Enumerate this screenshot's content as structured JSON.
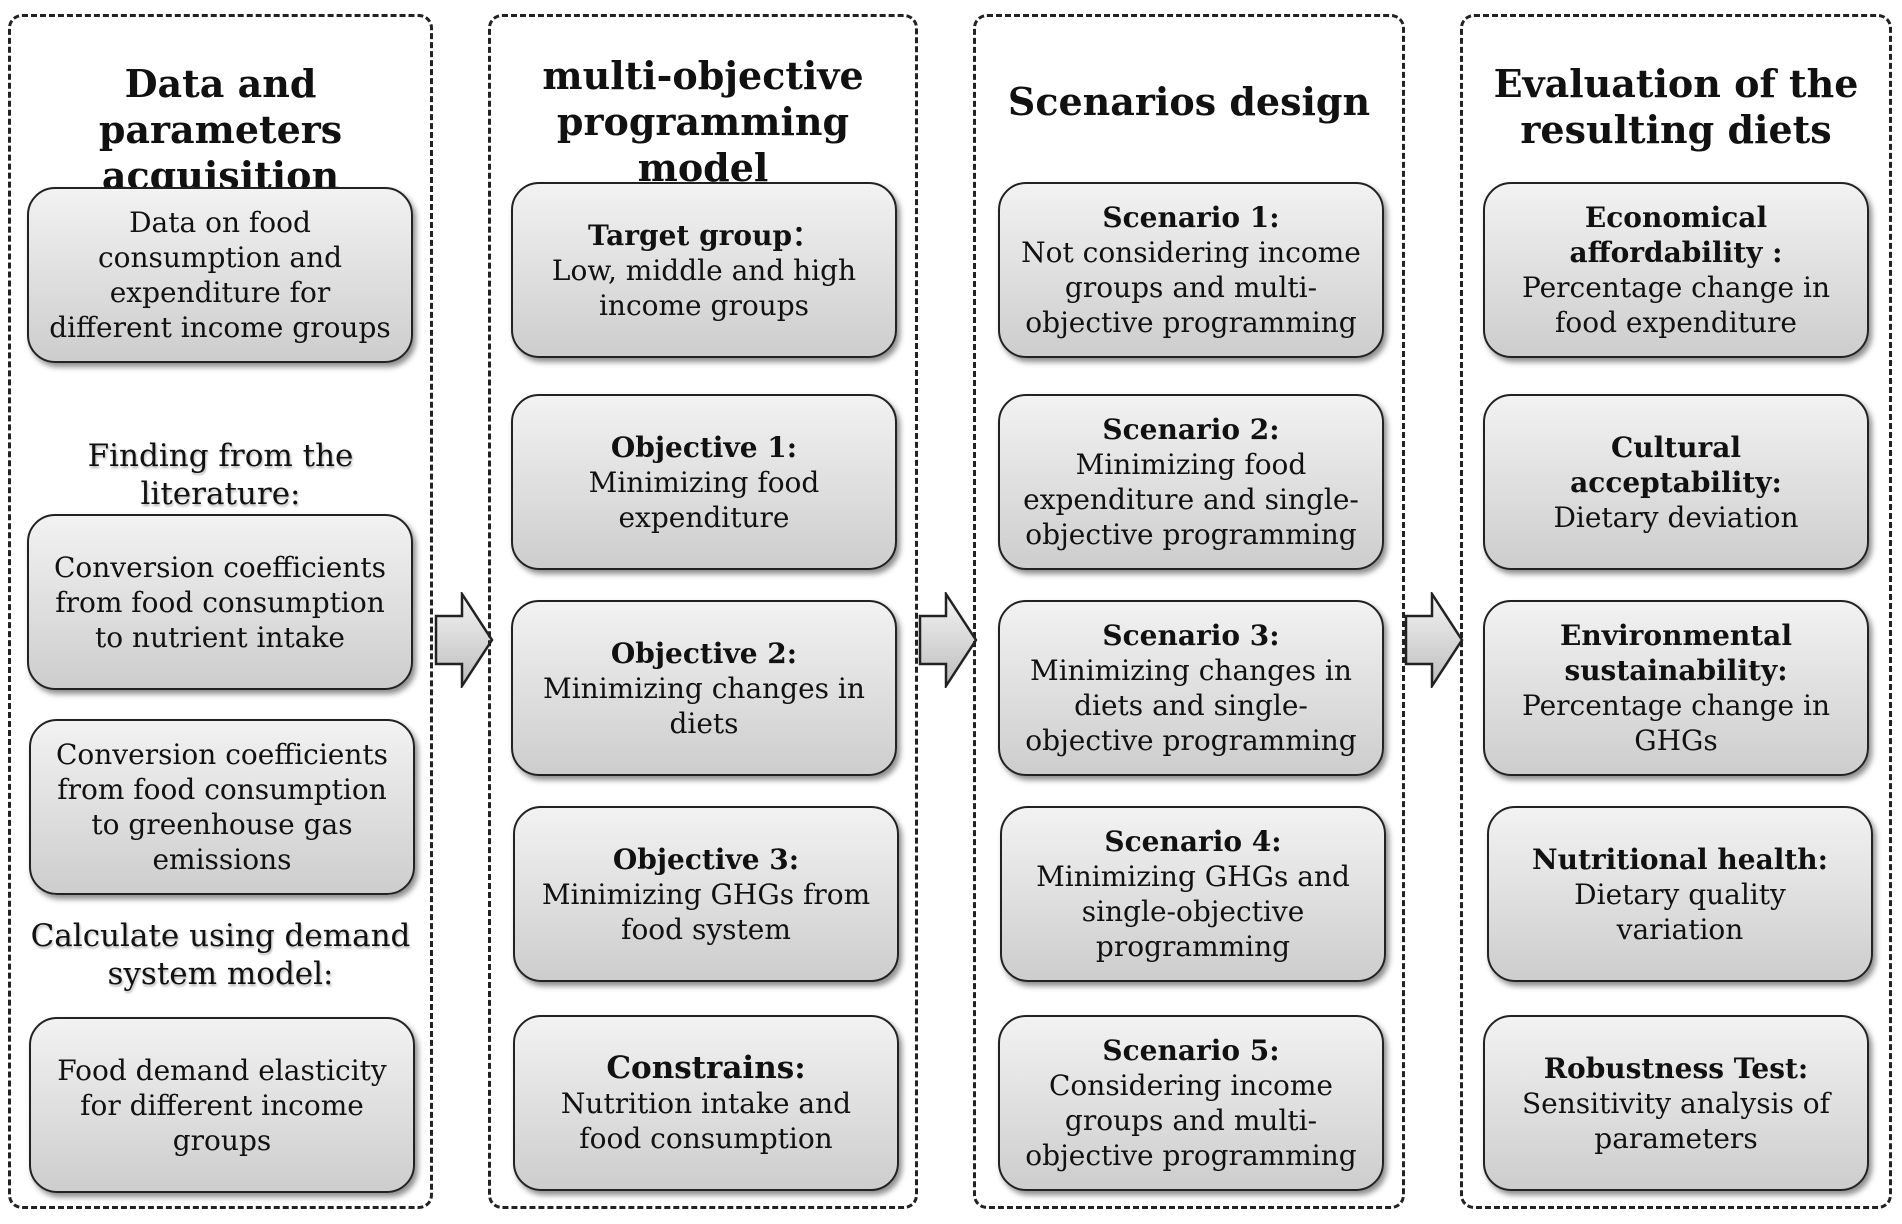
{
  "columns": [
    {
      "title": "Data and parameters acquisition",
      "box_1": "Data on food consumption and expenditure for different income groups",
      "note_1": "Finding from the literature:",
      "box_2": "Conversion coefficients from food consumption to nutrient intake",
      "box_3": "Conversion coefficients from food consumption to greenhouse gas emissions",
      "note_2": "Calculate using demand system model:",
      "box_4": "Food demand elasticity for different income groups"
    },
    {
      "title": "multi-objective programming model",
      "boxes": [
        {
          "heading": "Target group：",
          "text": "Low, middle and high income groups"
        },
        {
          "heading": "Objective 1:",
          "text": "Minimizing food expenditure"
        },
        {
          "heading": "Objective 2:",
          "text": "Minimizing changes in diets"
        },
        {
          "heading": "Objective 3:",
          "text": "Minimizing GHGs from food system"
        },
        {
          "heading": "Constrains:",
          "text": "Nutrition intake and food consumption"
        }
      ]
    },
    {
      "title": "Scenarios design",
      "boxes": [
        {
          "heading": "Scenario 1:",
          "text": "Not considering income groups and multi-objective programming"
        },
        {
          "heading": "Scenario 2:",
          "text": "Minimizing food expenditure and single-objective programming"
        },
        {
          "heading": "Scenario 3:",
          "text": "Minimizing changes in diets and single-objective programming"
        },
        {
          "heading": "Scenario 4:",
          "text": "Minimizing GHGs and single-objective programming"
        },
        {
          "heading": "Scenario 5:",
          "text": "Considering income groups and multi-objective programming"
        }
      ]
    },
    {
      "title": "Evaluation of the resulting diets",
      "boxes": [
        {
          "heading": "Economical affordability :",
          "text": "Percentage change in food expenditure"
        },
        {
          "heading": "Cultural acceptability:",
          "text": "Dietary deviation"
        },
        {
          "heading": "Environmental sustainability:",
          "text": "Percentage change in GHGs"
        },
        {
          "heading": "Nutritional health:",
          "text": "Dietary quality variation"
        },
        {
          "heading": "Robustness Test:",
          "text": "Sensitivity analysis of parameters"
        }
      ]
    }
  ],
  "arrow_icon": "right-arrow-icon"
}
